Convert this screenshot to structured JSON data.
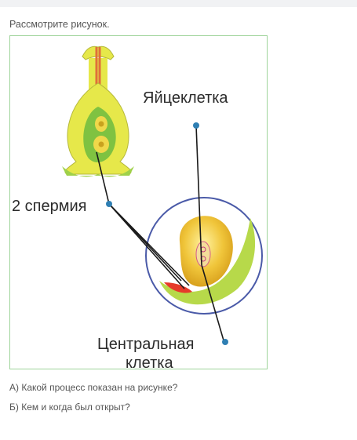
{
  "prompt": "Рассмотрите рисунок.",
  "figure": {
    "labels": {
      "egg_cell": "Яйцеклетка",
      "sperm": "2 спермия",
      "central_cell_line1": "Центральная",
      "central_cell_line2": "клетка"
    },
    "colors": {
      "ovary_yellow": "#e6e84a",
      "ovary_green": "#7fc241",
      "pollen_tube": "#e0703a",
      "circle": "#4a5aa8",
      "pointer_dot": "#2f7fb3",
      "frame": "#9fd49b"
    }
  },
  "questions": {
    "a": "А) Какой процесс показан на рисунке?",
    "b": "Б) Кем и когда был открыт?"
  }
}
